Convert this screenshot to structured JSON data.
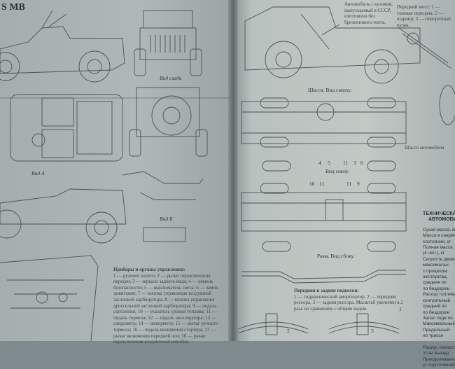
{
  "left_page": {
    "title_fragment": "S MB",
    "view_rear": "Вид сзади",
    "view_a": "Вид А",
    "view_b": "Вид Б",
    "controls_heading": "Приборы и органы управления:",
    "controls_text": "1 — рулевое колесо; 2 — рычаг переключения передач; 3 — зеркало заднего вида; 4 — ремень безопасности; 5 — выключатель света; 6 — замок зажигания; 7 — кнопка управления воздушной заслонкой карбюратора; 8 — кнопка управления дроссельной заслонкой карбюратора; 9 — педаль сцепления; 10 — указатель уровня топлива; 11 — педаль тормоза; 12 — педаль акселератора; 13 — спидометр; 14 — амперметр; 15 — рычаг ручного тормоза; 16 — педаль включения стартера; 17 — рычаг включения передней оси; 18 — рычаг переключения раздаточной коробки."
  },
  "right_page": {
    "top_note": "Автомобиль с кузовом, выпускаемый в СССР, изготовлен без брезентового тента.",
    "front_axle_note": "Передний мост: 1 — главная передача; 2 — шарнир; 3 — поворотный кулак.",
    "chassis_top": "Шасси. Вид сверху.",
    "view_bottom": "Вид снизу.",
    "frame_side": "Рама. Вид сбоку.",
    "chassis_side_note": "Шасси автомобиля",
    "suspension_heading": "Передняя и задняя подвески:",
    "suspension_text": "1 — гидравлический амортизатор, 2 — передняя рессора, 3 — задняя рессора. Масштаб увеличен в 2 раза по сравнению с общим видом.",
    "callouts": [
      "4",
      "5",
      "11",
      "3",
      "6",
      "10",
      "11",
      "11",
      "9",
      "1",
      "2",
      "3"
    ],
    "tech_heading_1": "ТЕХНИЧЕСКАЯ",
    "tech_heading_2": "АВТОМОБИ",
    "tech_lines": [
      "Сухая масса, кг",
      "Масса в снаряж.",
      "состоянии, кг",
      "Полная масса",
      "(4 чел.), кг",
      "Скорость движ.",
      "максимальн.",
      "с прицепом",
      "эксплуатац.",
      "средняя по",
      "по бездорож.",
      "Расход топлива",
      "контрольный",
      "средний по",
      "по бездорож.",
      "Запас хода по",
      "Максимальный",
      "Предельный",
      "по трассе",
      "",
      "Радиус поворот.",
      "Углы въезда",
      "Преодолеваем.",
      "(с подготовкой)"
    ]
  },
  "colors": {
    "paper_left": "#aeb8b6",
    "paper_right": "#c2c8c4",
    "ink": "#3c4446"
  }
}
